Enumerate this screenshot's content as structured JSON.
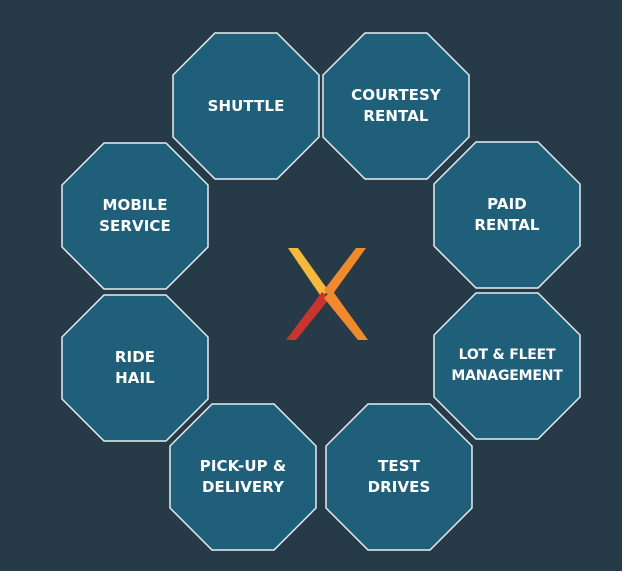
{
  "colors": {
    "background": "#263a48",
    "octagon_fill": "#1f5f7a",
    "octagon_stroke": "#e6edf1",
    "label": "#ffffff",
    "logo_orange": "#f08a2c",
    "logo_red": "#c8352e",
    "logo_yellow": "#f6b93b"
  },
  "center_logo": {
    "icon": "x-logo-icon"
  },
  "nodes": [
    {
      "id": "shuttle",
      "lines": [
        "SHUTTLE"
      ]
    },
    {
      "id": "courtesy-rental",
      "lines": [
        "COURTESY",
        "RENTAL"
      ]
    },
    {
      "id": "paid-rental",
      "lines": [
        "PAID",
        "RENTAL"
      ]
    },
    {
      "id": "lot-fleet-management",
      "lines": [
        "LOT & FLEET",
        "MANAGEMENT"
      ]
    },
    {
      "id": "test-drives",
      "lines": [
        "TEST",
        "DRIVES"
      ]
    },
    {
      "id": "pick-up-delivery",
      "lines": [
        "PICK-UP &",
        "DELIVERY"
      ]
    },
    {
      "id": "ride-hail",
      "lines": [
        "RIDE",
        "HAIL"
      ]
    },
    {
      "id": "mobile-service",
      "lines": [
        "MOBILE",
        "SERVICE"
      ]
    }
  ]
}
